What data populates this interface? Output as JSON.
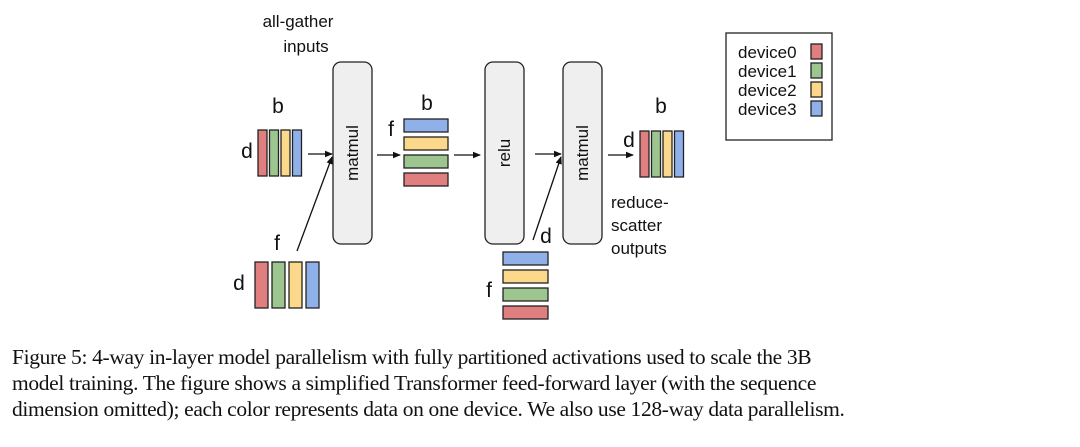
{
  "figure": {
    "colors": {
      "device0": "#e07f7f",
      "device1": "#9cc58f",
      "device2": "#fbd88a",
      "device3": "#8fb0e8"
    },
    "labels": {
      "all_gather_line1": "all-gather",
      "all_gather_line2": "inputs",
      "reduce_scatter_line1": "reduce-",
      "reduce_scatter_line2": "scatter",
      "reduce_scatter_line3": "outputs",
      "input_b": "b",
      "input_d": "d",
      "weight1_f": "f",
      "weight1_d": "d",
      "hidden_b": "b",
      "hidden_f": "f",
      "weight2_d": "d",
      "weight2_f": "f",
      "output_b": "b",
      "output_d": "d"
    },
    "ops": [
      {
        "name": "matmul"
      },
      {
        "name": "relu"
      },
      {
        "name": "matmul"
      }
    ],
    "tensors": {
      "input_vertical": [
        "device0",
        "device1",
        "device2",
        "device3"
      ],
      "weight1_vertical": [
        "device0",
        "device1",
        "device2",
        "device3"
      ],
      "hidden_horizontal": [
        "device3",
        "device2",
        "device1",
        "device0"
      ],
      "weight2_horizontal": [
        "device3",
        "device2",
        "device1",
        "device0"
      ],
      "output_vertical": [
        "device0",
        "device1",
        "device2",
        "device3"
      ]
    },
    "legend": [
      {
        "label": "device0",
        "key": "device0"
      },
      {
        "label": "device1",
        "key": "device1"
      },
      {
        "label": "device2",
        "key": "device2"
      },
      {
        "label": "device3",
        "key": "device3"
      }
    ]
  },
  "caption": {
    "line1": "Figure 5: 4-way in-layer model parallelism with fully partitioned activations used to scale the 3B",
    "line2": "model training. The figure shows a simplified Transformer feed-forward layer (with the sequence",
    "line3": "dimension omitted); each color represents data on one device. We also use 128-way data parallelism."
  }
}
